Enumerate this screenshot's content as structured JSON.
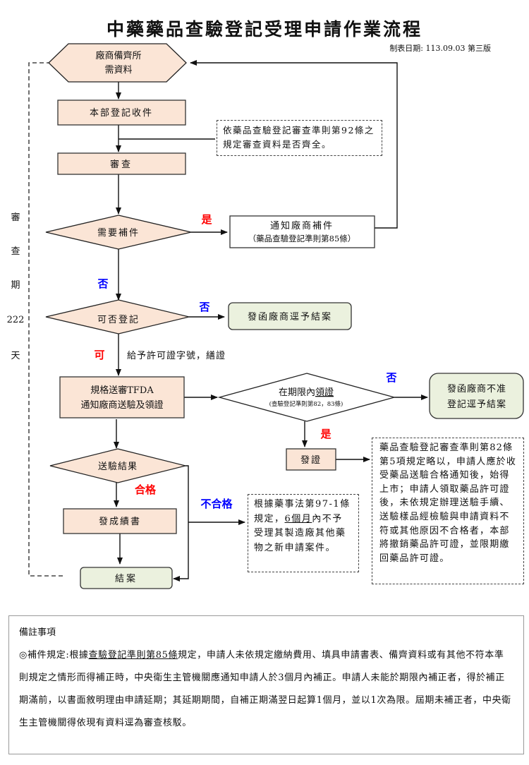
{
  "title": "中藥藥品查驗登記受理申請作業流程",
  "subtitle": "制表日期: 113.09.03 第三版",
  "side_label": [
    "審",
    "查",
    "期",
    "222",
    "天"
  ],
  "nodes": {
    "start_line1": "廠商備齊所",
    "start_line2": "需資料",
    "receive": "本部登記收件",
    "review": "審查",
    "need_supplement": "需要補件",
    "notify_line1": "通知廠商補件",
    "notify_line2": "（藥品查驗登記準則第85條）",
    "can_register": "可否登記",
    "reject_close": "發函廠商逕予結案",
    "spec_line1": "規格送審TFDA",
    "spec_line2": "通知廠商送驗及領證",
    "within_deadline_a": "在期限內",
    "within_deadline_b": "領證",
    "within_deadline_sub": "(查驗登記準則第82，83條)",
    "deny_line1": "發函廠商不准",
    "deny_line2": "登記逕予結案",
    "issue": "發證",
    "test_result": "送驗結果",
    "report": "發成績書",
    "close": "結案"
  },
  "labels": {
    "yes1": "是",
    "no1": "否",
    "no2": "否",
    "ok": "可",
    "grant": "給予許可證字號，繕證",
    "no3": "否",
    "yes2": "是",
    "pass": "合格",
    "fail": "不合格"
  },
  "notes": {
    "review_note": "依藥品查驗登記審查準則第92條之規定審查資料是否齊全。",
    "fail_note_a": "根據藥事法第97-1條規定，",
    "fail_note_b": "6個月",
    "fail_note_c": "內不予受理其製造廠其他藥物之新申請案件。",
    "issue_note": "藥品查驗登記審查準則第82條第5項規定略以，申請人應於收受藥品送驗合格通知後，始得上市；申請人領取藥品許可證後，未依規定辦理送驗手續、送驗樣品經檢驗與申請資料不符或其他原因不合格者，本部將撤銷藥品許可證，並限期繳回藥品許可證。"
  },
  "remarks": {
    "heading": "備註事項",
    "prefix": "◎補件規定:根據",
    "link": "查驗登記準則第85條",
    "body": "規定，申請人未依規定繳納費用、填具申請書表、備齊資料或有其他不符本準則規定之情形而得補正時，中央衛生主管機關應通知申請人於3個月內補正。申請人未能於期限內補正者，得於補正期滿前，以書面敘明理由申請延期；其延期期間，自補正期滿翌日起算1個月，並以1次為限。屆期未補正者，中央衛生主管機關得依現有資料逕為審查核駁。"
  },
  "colors": {
    "process_fill": "#fbe5d6",
    "terminal_fill": "#ebf1de",
    "yes_color": "#ff0000",
    "no_color": "#0000ff"
  }
}
